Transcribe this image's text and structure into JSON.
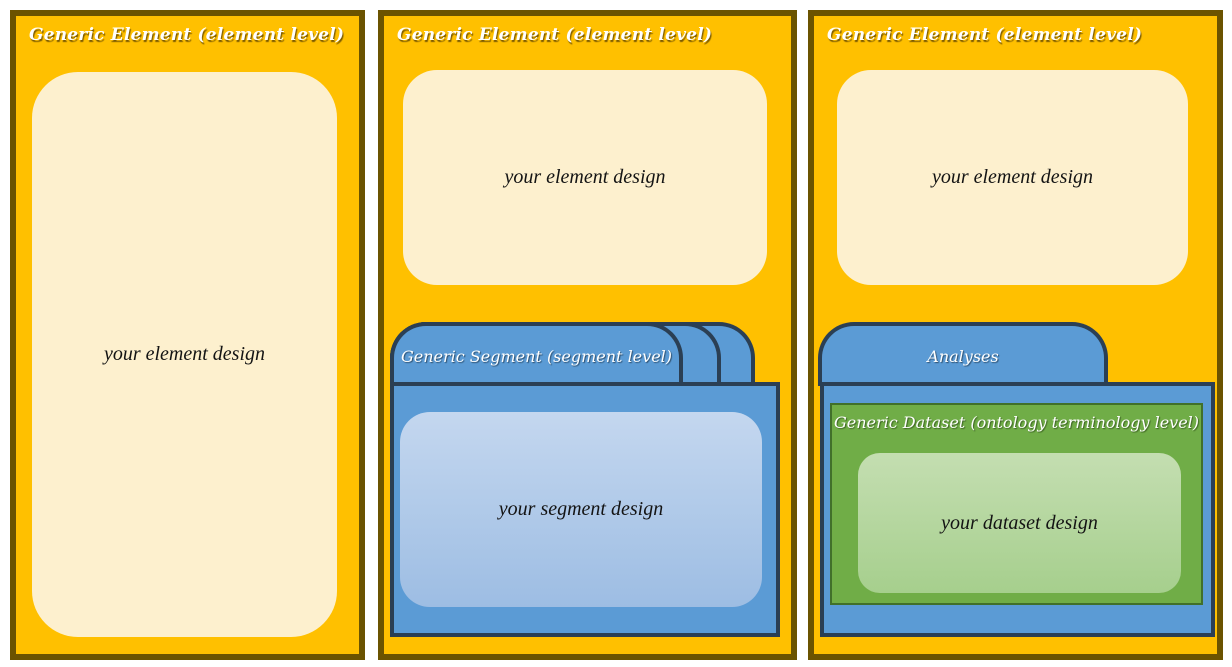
{
  "figure": {
    "description_labels": {
      "element_level": "element level",
      "segment_level": "segment level",
      "dataset_level": "ontology terminology level"
    }
  },
  "colors": {
    "element_fill": "#FFC000",
    "element_border": "#6B5300",
    "element_inner": "#FDF0CE",
    "segment_fill": "#5B9BD5",
    "segment_border": "#2B3F54",
    "segment_inner_top": "#C4D7EF",
    "segment_inner_bottom": "#9DBDE3",
    "dataset_fill": "#70AD47",
    "dataset_border": "#41702A",
    "dataset_inner_top": "#C4DEB1",
    "dataset_inner_bottom": "#A6CF8D",
    "title_text": "#FFFFFF",
    "inner_text": "#141414"
  },
  "panels": [
    {
      "title": "Generic Element (element level)",
      "element_box_label": "your element design"
    },
    {
      "title": "Generic Element (element level)",
      "element_box_label": "your element design",
      "segment": {
        "tab_label": "Generic Segment (segment level)",
        "stacked_tab_count": 3,
        "body_label": "your segment design"
      }
    },
    {
      "title": "Generic Element (element level)",
      "element_box_label": "your element design",
      "segment": {
        "tab_label": "Analyses",
        "stacked_tab_count": 1,
        "dataset": {
          "title": "Generic Dataset (ontology terminology level)",
          "body_label": "your dataset design"
        }
      }
    }
  ]
}
